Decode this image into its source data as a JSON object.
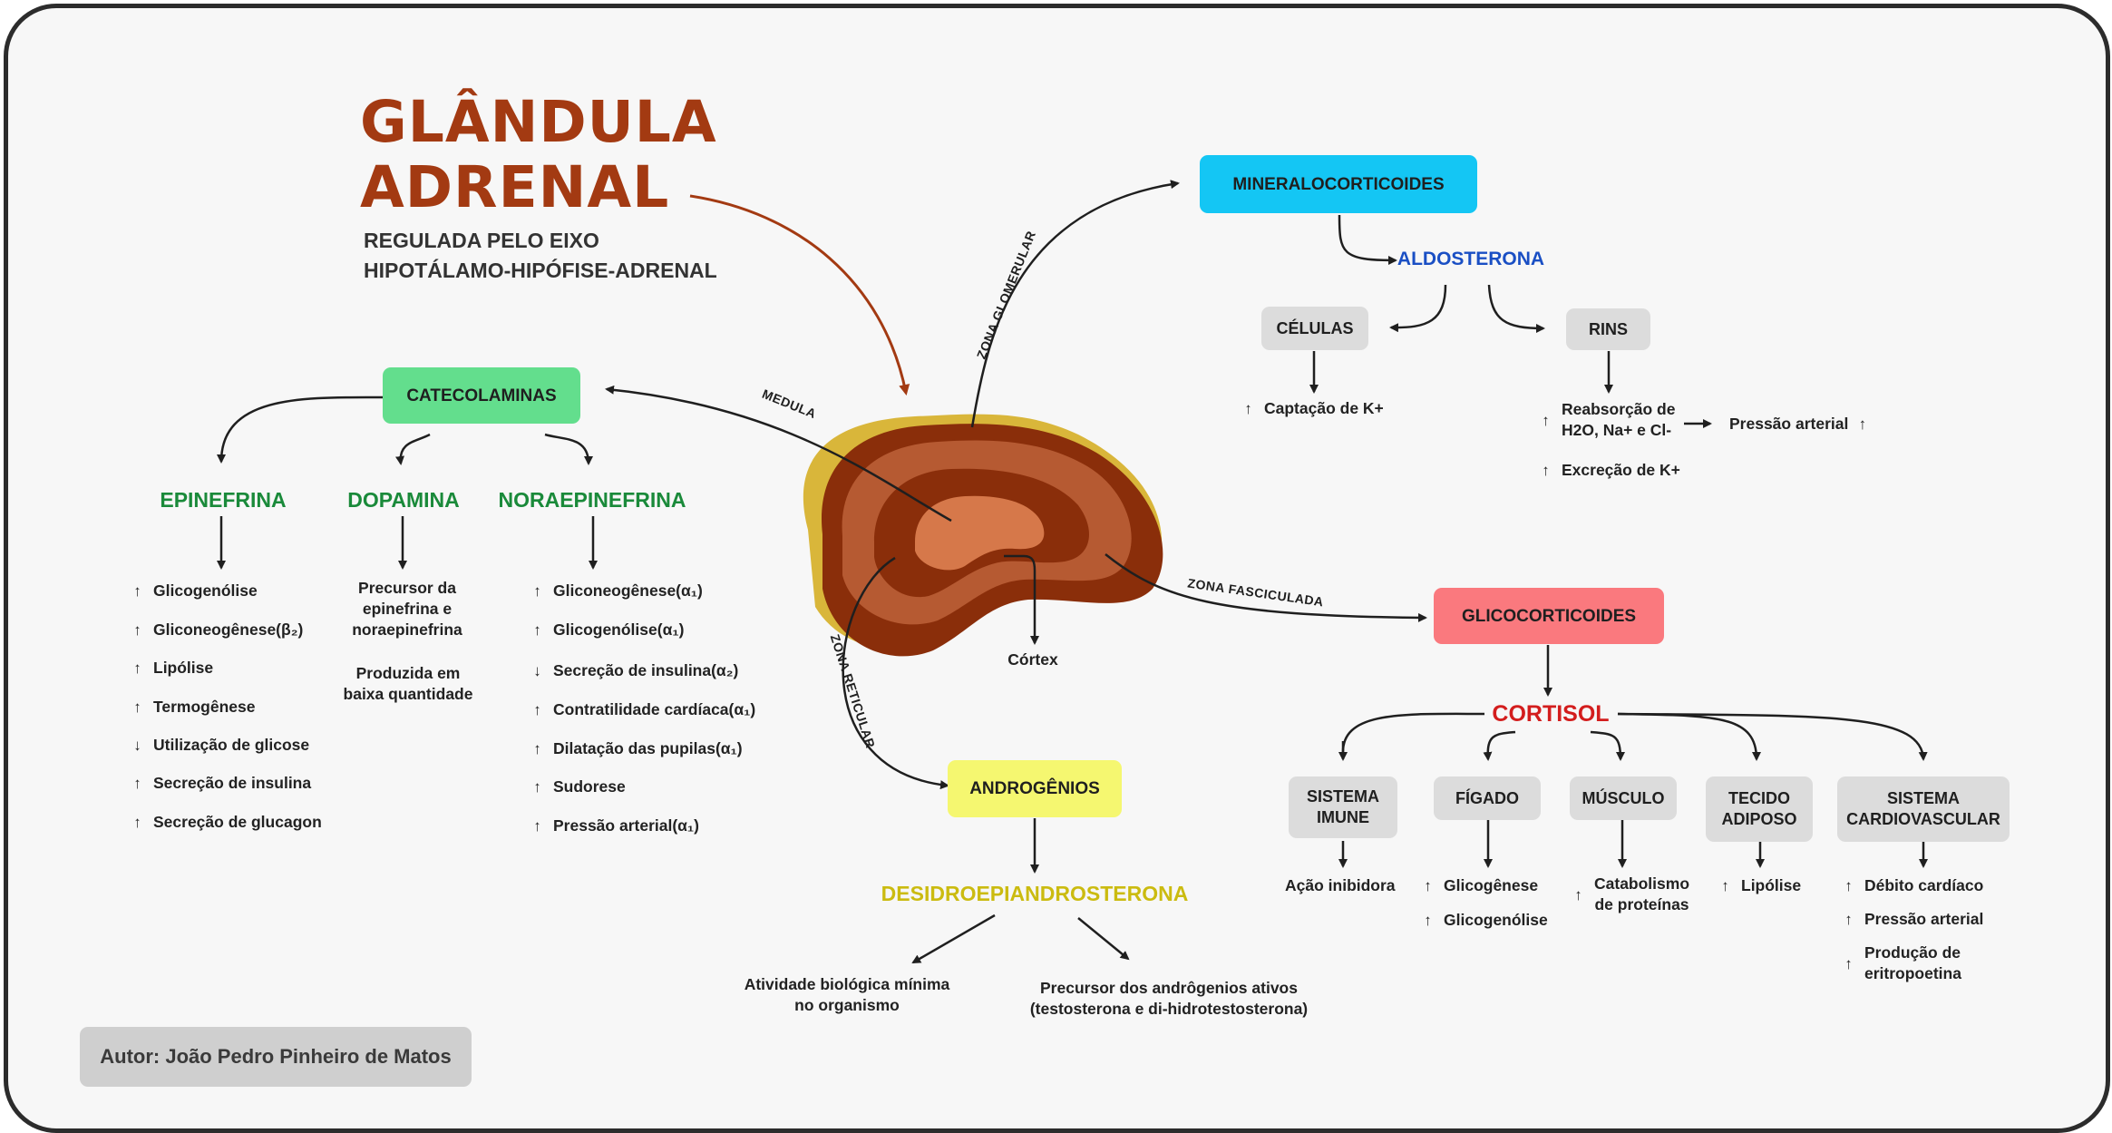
{
  "title": [
    "GLÂNDULA",
    "ADRENAL"
  ],
  "subtitle": [
    "REGULADA PELO EIXO",
    "HIPOTÁLAMO-HIPÓFISE-ADRENAL"
  ],
  "zones": {
    "medula": "MEDULA",
    "glomerular": "ZONA GLOMERULAR",
    "fasciculada": "ZONA FASCICULADA",
    "reticular": "ZONA RETICULAR",
    "cortex": "Córtex"
  },
  "colors": {
    "title": "#a33a12",
    "mineralo": "#14c6f4",
    "catecol": "#63de8d",
    "glico": "#fa797e",
    "andro": "#f5f770",
    "grey": "#dcdcdc"
  },
  "arrows": {
    "up": "↑",
    "down": "↓",
    "right": "→"
  },
  "catecolaminas": {
    "label": "CATECOLAMINAS",
    "epinefrina": {
      "label": "EPINEFRINA",
      "items": [
        {
          "dir": "up",
          "text": "Glicogenólise"
        },
        {
          "dir": "up",
          "text": "Gliconeogênese(β₂)"
        },
        {
          "dir": "up",
          "text": "Lipólise"
        },
        {
          "dir": "up",
          "text": "Termogênese"
        },
        {
          "dir": "down",
          "text": "Utilização de glicose"
        },
        {
          "dir": "up",
          "text": "Secreção de insulina"
        },
        {
          "dir": "up",
          "text": "Secreção de glucagon"
        }
      ]
    },
    "dopamina": {
      "label": "DOPAMINA",
      "text1": [
        "Precursor da",
        "epinefrina e",
        "noraepinefrina"
      ],
      "text2": [
        "Produzida em",
        "baixa quantidade"
      ]
    },
    "noraepinefrina": {
      "label": "NORAEPINEFRINA",
      "items": [
        {
          "dir": "up",
          "text": "Gliconeogênese(α₁)"
        },
        {
          "dir": "up",
          "text": "Glicogenólise(α₁)"
        },
        {
          "dir": "down",
          "text": "Secreção de insulina(α₂)"
        },
        {
          "dir": "up",
          "text": "Contratilidade cardíaca(α₁)"
        },
        {
          "dir": "up",
          "text": "Dilatação das pupilas(α₁)"
        },
        {
          "dir": "up",
          "text": "Sudorese"
        },
        {
          "dir": "up",
          "text": "Pressão arterial(α₁)"
        }
      ]
    }
  },
  "mineralocorticoides": {
    "label": "MINERALOCORTICOIDES",
    "aldosterona": "ALDOSTERONA",
    "celulas": "CÉLULAS",
    "rins": "RINS",
    "captacao": "Captação de K+",
    "reabsorcao": [
      "Reabsorção de",
      "H2O, Na+ e Cl-"
    ],
    "pressao": "Pressão arterial",
    "excrecao": "Excreção de K+"
  },
  "glicocorticoides": {
    "label": "GLICOCORTICOIDES",
    "cortisol": "CORTISOL",
    "targets": [
      {
        "label": [
          "SISTEMA",
          "IMUNE"
        ],
        "effects": [
          {
            "dir": "",
            "text": [
              "Ação inibidora"
            ]
          }
        ]
      },
      {
        "label": [
          "FÍGADO"
        ],
        "effects": [
          {
            "dir": "up",
            "text": [
              "Glicogênese"
            ]
          },
          {
            "dir": "up",
            "text": [
              "Glicogenólise"
            ]
          }
        ]
      },
      {
        "label": [
          "MÚSCULO"
        ],
        "effects": [
          {
            "dir": "up",
            "text": [
              "Catabolismo",
              "de proteínas"
            ]
          }
        ]
      },
      {
        "label": [
          "TECIDO",
          "ADIPOSO"
        ],
        "effects": [
          {
            "dir": "up",
            "text": [
              "Lipólise"
            ]
          }
        ]
      },
      {
        "label": [
          "SISTEMA",
          "CARDIOVASCULAR"
        ],
        "effects": [
          {
            "dir": "up",
            "text": [
              "Débito cardíaco"
            ]
          },
          {
            "dir": "up",
            "text": [
              "Pressão arterial"
            ]
          },
          {
            "dir": "up",
            "text": [
              "Produção de",
              "eritropoetina"
            ]
          }
        ]
      }
    ]
  },
  "androgenios": {
    "label": "ANDROGÊNIOS",
    "dhea": "DESIDROEPIANDROSTERONA",
    "left": [
      "Atividade biológica mínima",
      "no organismo"
    ],
    "right": [
      "Precursor dos andrôgenios ativos",
      "(testosterona e di-hidrotestosterona)"
    ]
  },
  "author": "Autor: João Pedro Pinheiro de Matos"
}
